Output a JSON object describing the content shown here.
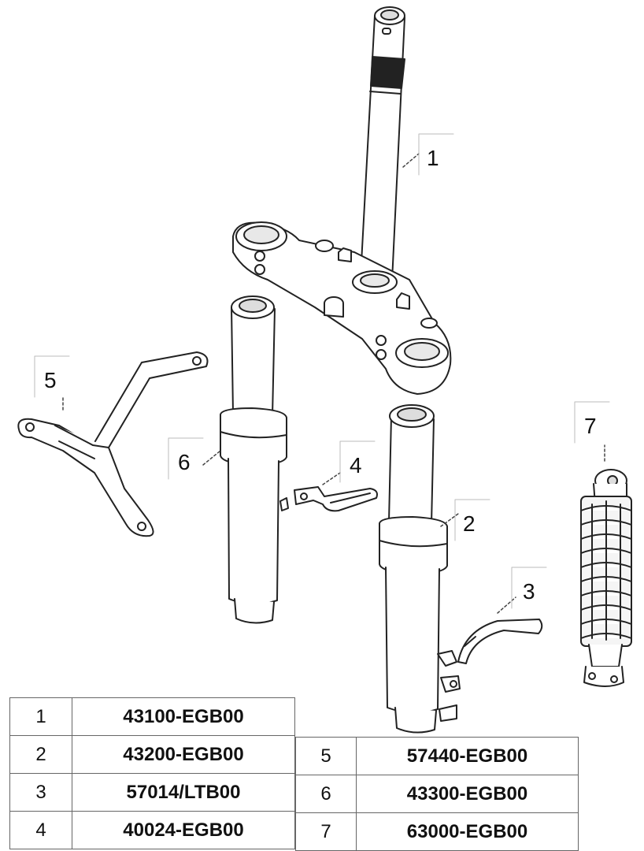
{
  "callouts": [
    "1",
    "2",
    "3",
    "4",
    "5",
    "6",
    "7"
  ],
  "parts_left": [
    {
      "num": "1",
      "code": "43100-EGB00"
    },
    {
      "num": "2",
      "code": "43200-EGB00"
    },
    {
      "num": "3",
      "code": "57014/LTB00"
    },
    {
      "num": "4",
      "code": "40024-EGB00"
    }
  ],
  "parts_right": [
    {
      "num": "5",
      "code": "57440-EGB00"
    },
    {
      "num": "6",
      "code": "43300-EGB00"
    },
    {
      "num": "7",
      "code": "63000-EGB00"
    }
  ]
}
